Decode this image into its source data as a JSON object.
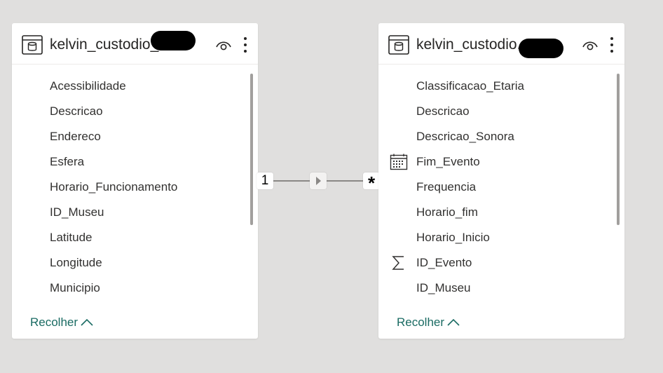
{
  "tables": [
    {
      "title": "kelvin_custodio_...",
      "fields": [
        {
          "name": "Acessibilidade",
          "icon": ""
        },
        {
          "name": "Descricao",
          "icon": ""
        },
        {
          "name": "Endereco",
          "icon": ""
        },
        {
          "name": "Esfera",
          "icon": ""
        },
        {
          "name": "Horario_Funcionamento",
          "icon": ""
        },
        {
          "name": "ID_Museu",
          "icon": ""
        },
        {
          "name": "Latitude",
          "icon": ""
        },
        {
          "name": "Longitude",
          "icon": ""
        },
        {
          "name": "Municipio",
          "icon": ""
        }
      ],
      "collapse_label": "Recolher"
    },
    {
      "title": "kelvin_custodio...",
      "fields": [
        {
          "name": "Classificacao_Etaria",
          "icon": ""
        },
        {
          "name": "Descricao",
          "icon": ""
        },
        {
          "name": "Descricao_Sonora",
          "icon": ""
        },
        {
          "name": "Fim_Evento",
          "icon": "calendar-icon"
        },
        {
          "name": "Frequencia",
          "icon": ""
        },
        {
          "name": "Horario_fim",
          "icon": ""
        },
        {
          "name": "Horario_Inicio",
          "icon": ""
        },
        {
          "name": "ID_Evento",
          "icon": "sigma-icon"
        },
        {
          "name": "ID_Museu",
          "icon": ""
        }
      ],
      "collapse_label": "Recolher"
    }
  ],
  "relationship": {
    "from_cardinality": "1",
    "to_cardinality": "*",
    "direction_icon": "single-direction-arrow-icon"
  },
  "colors": {
    "canvas": "#e0dfde",
    "card": "#ffffff",
    "accent": "#1a6b63",
    "text": "#323130"
  }
}
